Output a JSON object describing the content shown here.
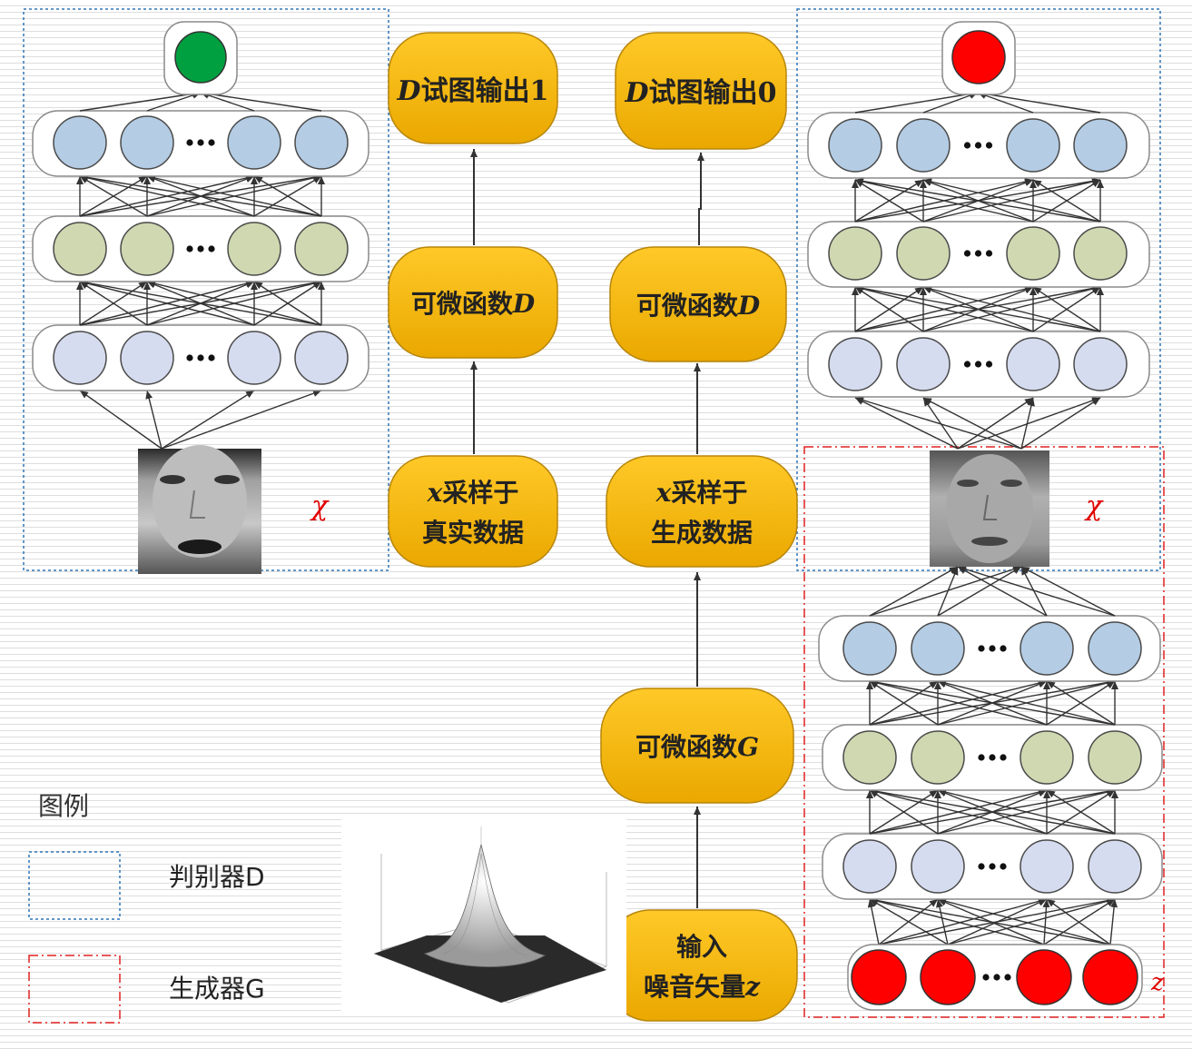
{
  "flow": {
    "real": {
      "input": [
        "x采样于",
        "真实数据"
      ],
      "func": "可微函数D",
      "output": "D试图输出1"
    },
    "fake": {
      "noise": [
        "输入",
        "噪音矢量z"
      ],
      "gen_func": "可微函数G",
      "input": [
        "x采样于",
        "生成数据"
      ],
      "func": "可微函数D",
      "output": "D试图输出0"
    }
  },
  "labels": {
    "chi": "χ",
    "z": "z"
  },
  "legend": {
    "title": "图例",
    "discriminator": "判别器D",
    "generator": "生成器G"
  },
  "colors": {
    "box_fill": "#f5b800",
    "box_stroke": "#b8860b",
    "blue_node": "#b4cce4",
    "green_node": "#cfd8b0",
    "lavender_node": "#d6dcef",
    "real_out": "#00a040",
    "fake_out": "#ff0000",
    "noise_node": "#ff0000",
    "disc_border": "#2e75b6",
    "gen_border": "#e02020"
  },
  "icons": {
    "face_real": "face-photo-icon",
    "face_generated": "generated-face-icon",
    "gaussian_plot": "gaussian-surface-icon"
  }
}
